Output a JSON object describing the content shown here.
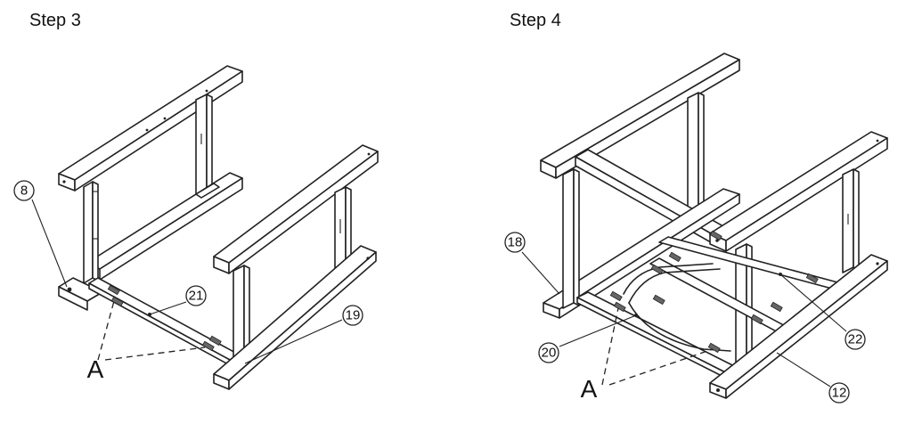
{
  "steps": [
    {
      "title": "Step 3",
      "callouts": [
        "8",
        "21",
        "19"
      ],
      "hardware_label": "A"
    },
    {
      "title": "Step 4",
      "callouts": [
        "18",
        "20",
        "22",
        "12"
      ],
      "hardware_label": "A"
    }
  ]
}
